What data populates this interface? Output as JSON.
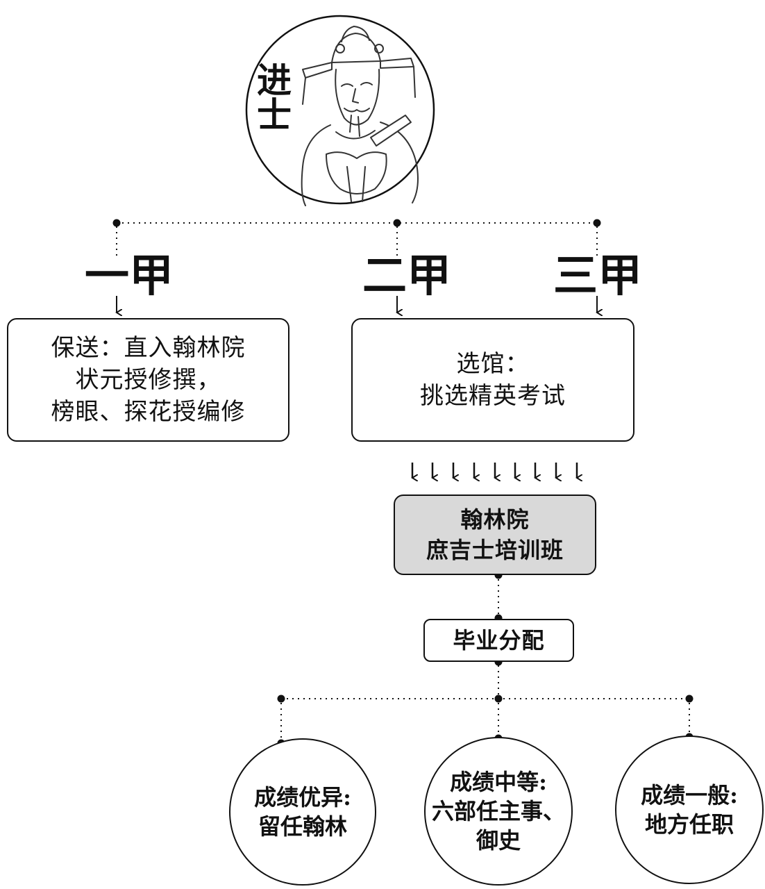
{
  "top": {
    "title_chars": [
      "进",
      "士"
    ],
    "illustration": "scholar-official-portrait"
  },
  "ranks": {
    "first": "一甲",
    "second": "二甲",
    "third": "三甲"
  },
  "boxes": {
    "direct": {
      "lines": [
        "保送：直入翰林院",
        "状元授修撰，",
        "榜眼、探花授编修"
      ]
    },
    "selection": {
      "lines": [
        "选馆：",
        "挑选精英考试"
      ]
    },
    "academy": {
      "lines": [
        "翰林院",
        "庶吉士培训班"
      ]
    },
    "assignment": {
      "label": "毕业分配"
    }
  },
  "outcomes": {
    "excellent": {
      "lines": [
        "成绩优异:",
        "留任翰林"
      ]
    },
    "average": {
      "lines": [
        "成绩中等:",
        "六部任主事、",
        "御史"
      ]
    },
    "ordinary": {
      "lines": [
        "成绩一般:",
        "地方任职"
      ]
    }
  },
  "colors": {
    "line": "#111111",
    "academy_fill": "#d9d9d9",
    "background": "#ffffff"
  }
}
